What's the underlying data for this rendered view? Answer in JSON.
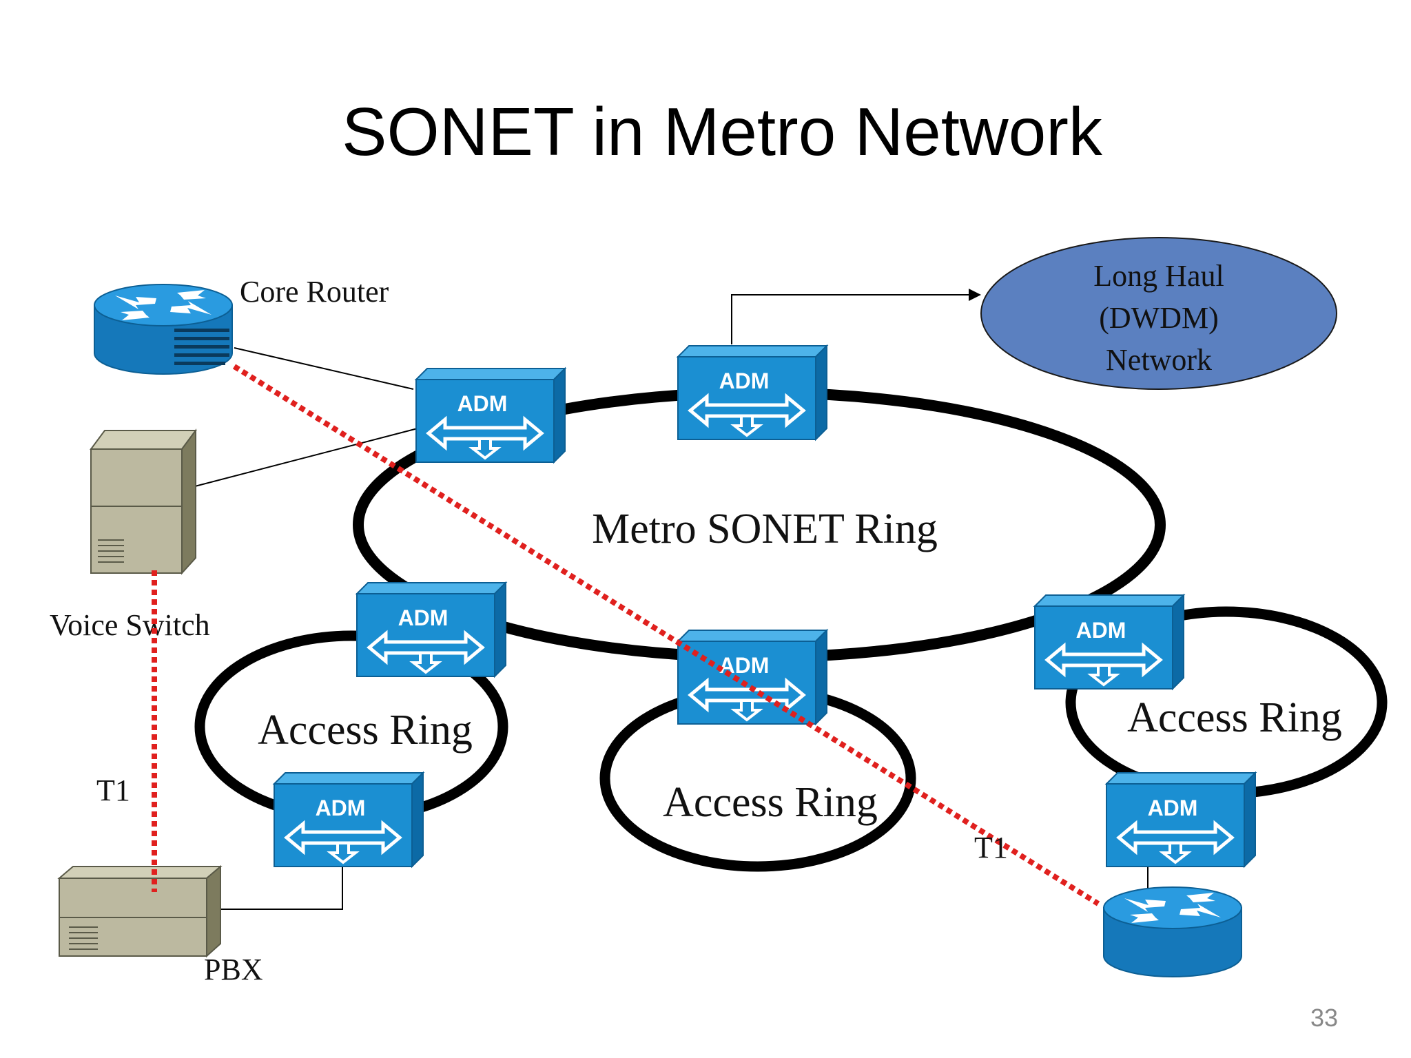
{
  "slide": {
    "title": "SONET in Metro Network",
    "page_number": "33"
  },
  "labels": {
    "core_router": "Core Router",
    "voice_switch": "Voice Switch",
    "pbx": "PBX",
    "t1_left": "T1",
    "t1_right": "T1",
    "metro_ring": "Metro SONET Ring",
    "access_ring_left": "Access Ring",
    "access_ring_center": "Access Ring",
    "access_ring_right": "Access Ring",
    "long_haul_line1": "Long Haul",
    "long_haul_line2": "(DWDM)",
    "long_haul_line3": "Network"
  },
  "adm": {
    "label": "ADM",
    "count": 7
  },
  "colors": {
    "adm_front": "#1b8fd2",
    "adm_top": "#4db3ea",
    "adm_side": "#0c6aa6",
    "router_body": "#1b8fd2",
    "ring": "#000000",
    "t1_link": "#e0201e",
    "long_haul_fill": "#5b80c0",
    "server_beige": "#bcb9a0"
  },
  "icons": {
    "adm": "adm-multiplexer-icon",
    "router": "router-icon",
    "voice_switch": "server-tower-icon",
    "pbx": "pbx-box-icon"
  }
}
